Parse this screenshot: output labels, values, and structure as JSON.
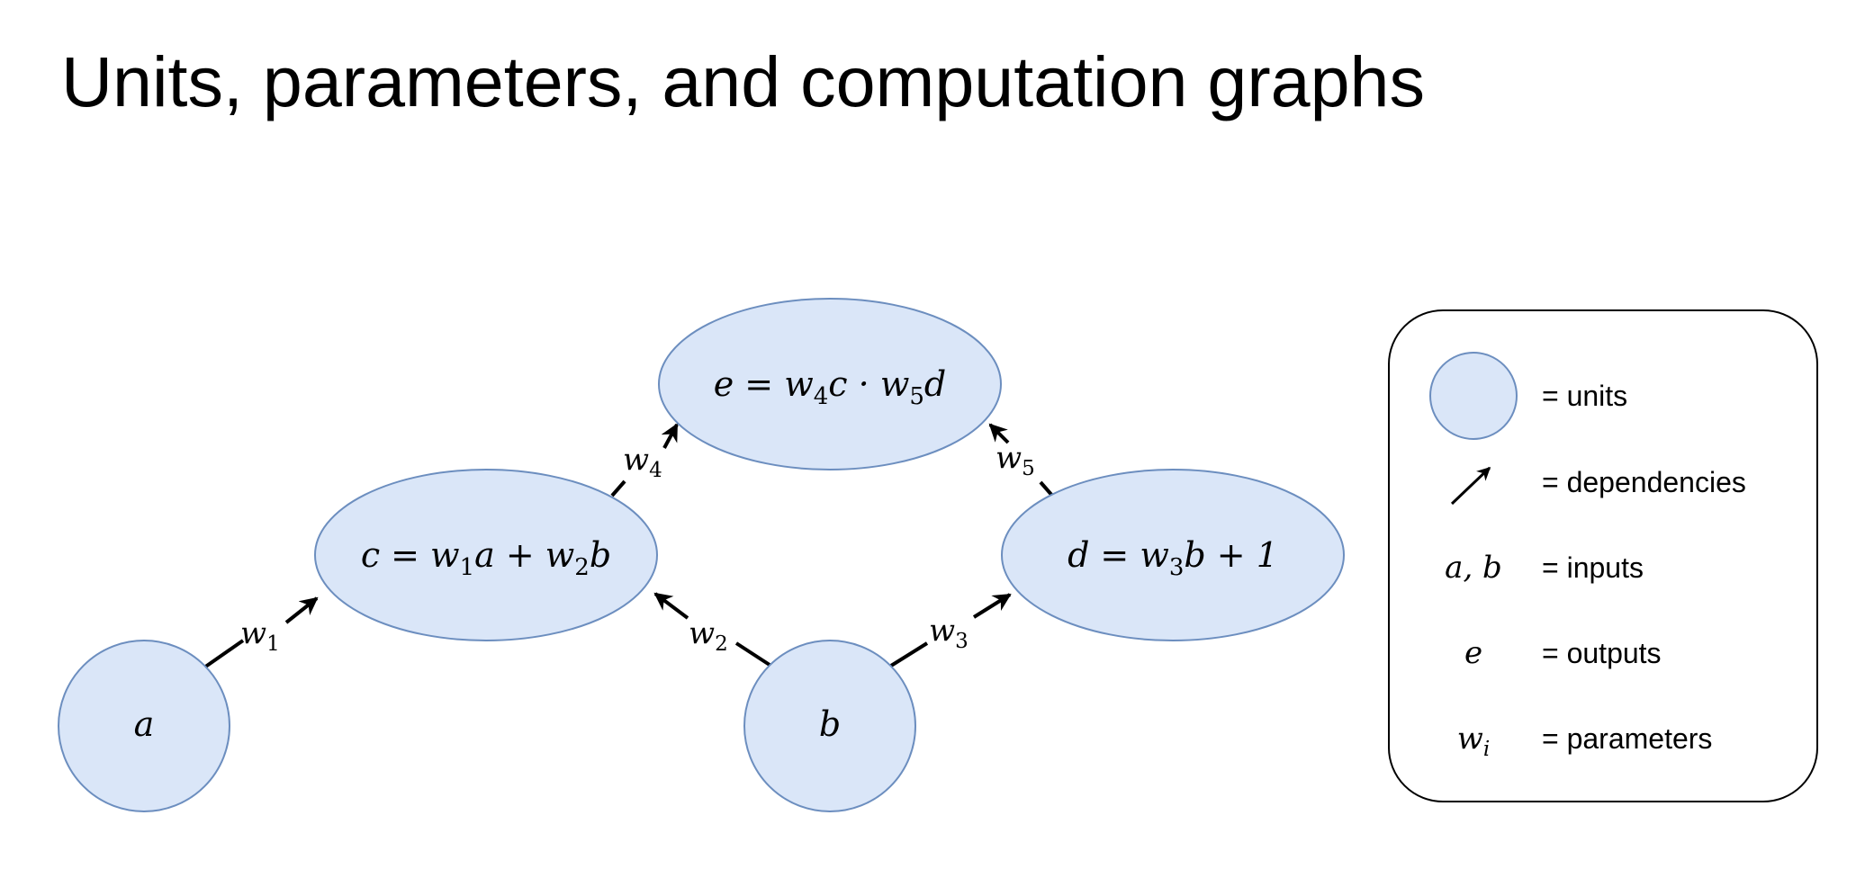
{
  "title": "Units, parameters, and computation graphs",
  "colors": {
    "node_fill": "#dae6f8",
    "node_stroke": "#6c8ebf",
    "edge": "#000000",
    "text": "#000000",
    "legend_border": "#000000"
  },
  "nodes": {
    "a": {
      "label": "a"
    },
    "b": {
      "label": "b"
    },
    "c": {
      "lhs": "c",
      "rhs": "w",
      "rhs_parts": [
        "= ",
        "w",
        "1",
        "a + ",
        "w",
        "2",
        "b"
      ]
    },
    "d": {
      "lhs": "d",
      "rhs_parts": [
        "= ",
        "w",
        "3",
        "b + 1"
      ]
    },
    "e": {
      "lhs": "e",
      "rhs_parts": [
        "= ",
        "w",
        "4",
        "c · ",
        "w",
        "5",
        "d"
      ]
    }
  },
  "edges": [
    {
      "from": "a",
      "to": "c",
      "weight": "w",
      "sub": "1"
    },
    {
      "from": "b",
      "to": "c",
      "weight": "w",
      "sub": "2"
    },
    {
      "from": "b",
      "to": "d",
      "weight": "w",
      "sub": "3"
    },
    {
      "from": "c",
      "to": "e",
      "weight": "w",
      "sub": "4"
    },
    {
      "from": "d",
      "to": "e",
      "weight": "w",
      "sub": "5"
    }
  ],
  "legend": {
    "units": "= units",
    "dependencies": "= dependencies",
    "inputs_symbol": "a, b",
    "inputs": "= inputs",
    "outputs_symbol": "e",
    "outputs": "= outputs",
    "params_symbol": "w",
    "params_sub": "i",
    "parameters": "= parameters"
  }
}
